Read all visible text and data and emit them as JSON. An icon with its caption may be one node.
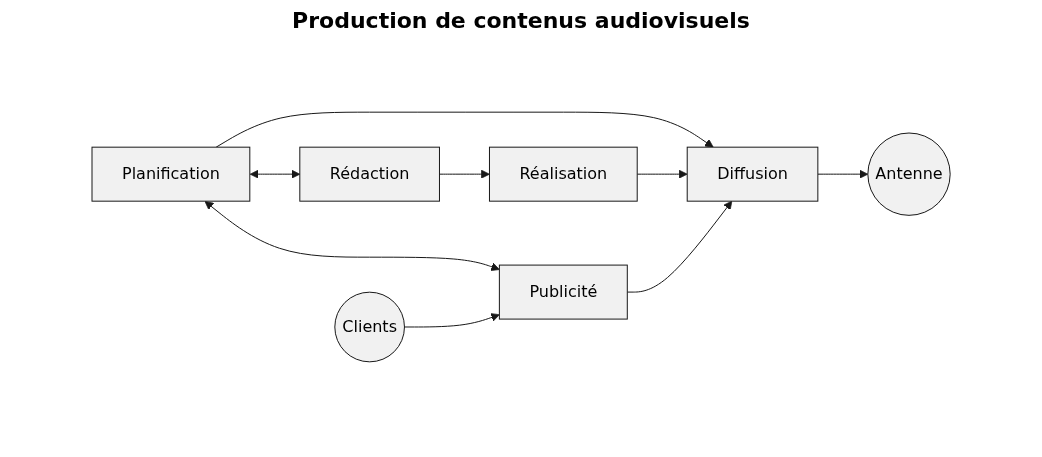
{
  "diagram": {
    "title": "Production de contenus audiovisuels",
    "nodes": [
      {
        "text": [
          "Planification"
        ]
      },
      {
        "text": [
          "Rédaction"
        ]
      },
      {
        "text": [
          "Réalisation"
        ]
      },
      {
        "text": [
          "Clients"
        ]
      },
      {
        "text": [
          "Publicité"
        ]
      },
      {
        "text": [
          "Diffusion"
        ]
      },
      {
        "text": [
          "Antenne"
        ]
      }
    ],
    "edges": [
      {
        "from": 0,
        "to": 1,
        "arrow": "both"
      },
      {
        "from": 1,
        "to": 2,
        "arrow": "to"
      },
      {
        "from": 0,
        "to": 4,
        "arrow": "both"
      },
      {
        "from": 0,
        "to": 5,
        "arrow": "to"
      },
      {
        "from": 2,
        "to": 5,
        "arrow": "to"
      },
      {
        "from": 3,
        "to": 4,
        "arrow": "to"
      },
      {
        "from": 4,
        "to": 5,
        "arrow": "to"
      },
      {
        "from": 5,
        "to": 6,
        "arrow": "to"
      }
    ]
  }
}
